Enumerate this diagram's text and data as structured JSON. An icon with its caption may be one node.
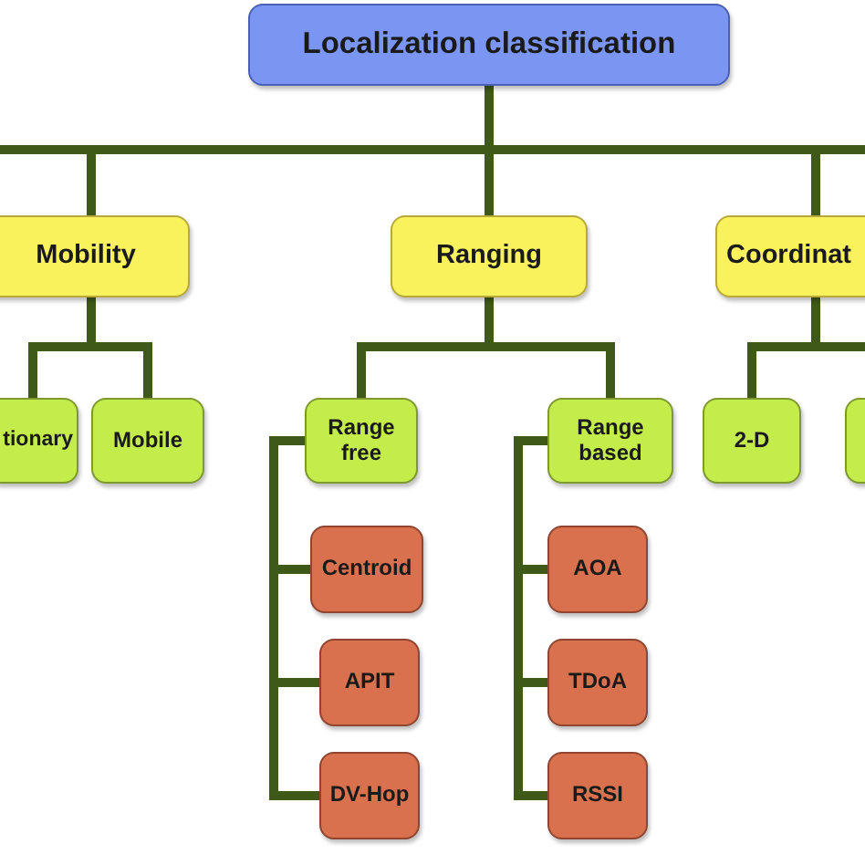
{
  "diagram": {
    "nodes": [
      {
        "text": [
          "Localization classification"
        ]
      },
      {
        "text": [
          "Mobility"
        ]
      },
      {
        "text": [
          "Ranging"
        ]
      },
      {
        "text": [
          "Coordinat"
        ]
      },
      {
        "text": [
          "tionary"
        ]
      },
      {
        "text": [
          "Mobile"
        ]
      },
      {
        "text": [
          "Range free"
        ]
      },
      {
        "text": [
          "Range based"
        ]
      },
      {
        "text": [
          "2-D"
        ]
      },
      {
        "text": [],
        "shape": "box"
      },
      {
        "text": [
          "Centroid"
        ]
      },
      {
        "text": [
          "APIT"
        ]
      },
      {
        "text": [
          "DV-Hop"
        ]
      },
      {
        "text": [
          "AOA"
        ]
      },
      {
        "text": [
          "TDoA"
        ]
      },
      {
        "text": [
          "RSSI"
        ]
      }
    ],
    "edges": [
      {
        "from": 0,
        "to": null,
        "arrow": "none"
      },
      {
        "from": 0,
        "to": 1,
        "arrow": "none"
      },
      {
        "from": 0,
        "to": 2,
        "arrow": "none"
      },
      {
        "from": 0,
        "to": 3,
        "arrow": "none"
      },
      {
        "from": 0,
        "to": null,
        "arrow": "none"
      },
      {
        "from": 1,
        "to": 4,
        "arrow": "none"
      },
      {
        "from": 1,
        "to": 5,
        "arrow": "none"
      },
      {
        "from": 2,
        "to": 6,
        "arrow": "none"
      },
      {
        "from": 2,
        "to": 7,
        "arrow": "none"
      },
      {
        "from": 3,
        "to": 8,
        "arrow": "none"
      },
      {
        "from": 3,
        "to": 9,
        "arrow": "none"
      },
      {
        "from": 6,
        "to": 10,
        "arrow": "none"
      },
      {
        "from": 6,
        "to": 11,
        "arrow": "none"
      },
      {
        "from": 6,
        "to": 12,
        "arrow": "none"
      },
      {
        "from": 7,
        "to": 13,
        "arrow": "none"
      },
      {
        "from": 7,
        "to": 14,
        "arrow": "none"
      },
      {
        "from": 7,
        "to": 15,
        "arrow": "none"
      }
    ]
  }
}
